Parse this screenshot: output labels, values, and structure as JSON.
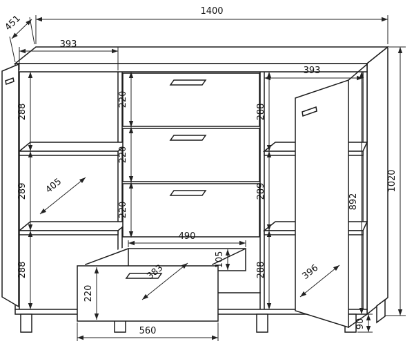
{
  "colors": {
    "line": "#1c1c1c",
    "background": "#ffffff"
  },
  "dims": {
    "overall_width": "1400",
    "overall_depth": "451",
    "overall_height": "1020",
    "left_section_width": "393",
    "right_section_width": "393",
    "left_shelf_heights": [
      "288",
      "289",
      "288"
    ],
    "right_shelf_heights": [
      "288",
      "289",
      "288"
    ],
    "interior_depth": "405",
    "drawer_front_heights": [
      "220",
      "220",
      "220"
    ],
    "open_drawer": {
      "box_width": "490",
      "side_height": "105",
      "inner_depth": "383",
      "front_height": "220",
      "front_width": "560"
    },
    "door_width": "396",
    "side_height": "892",
    "leg_height": "90"
  }
}
